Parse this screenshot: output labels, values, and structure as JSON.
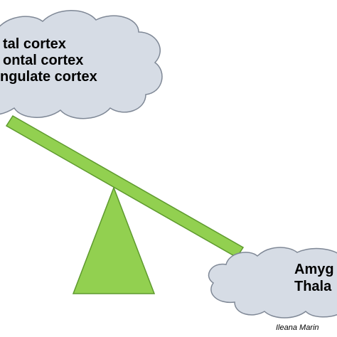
{
  "top_cloud": {
    "lines": [
      "tal cortex",
      "ontal cortex",
      "ngulate cortex"
    ]
  },
  "bottom_cloud": {
    "lines": [
      "Amyg",
      "Thala"
    ]
  },
  "credit": "Ileana Marin",
  "colors": {
    "cloud_fill": "#d6dce5",
    "cloud_stroke": "#7f8896",
    "seesaw_fill": "#92d050",
    "seesaw_stroke": "#5e9a2e"
  }
}
